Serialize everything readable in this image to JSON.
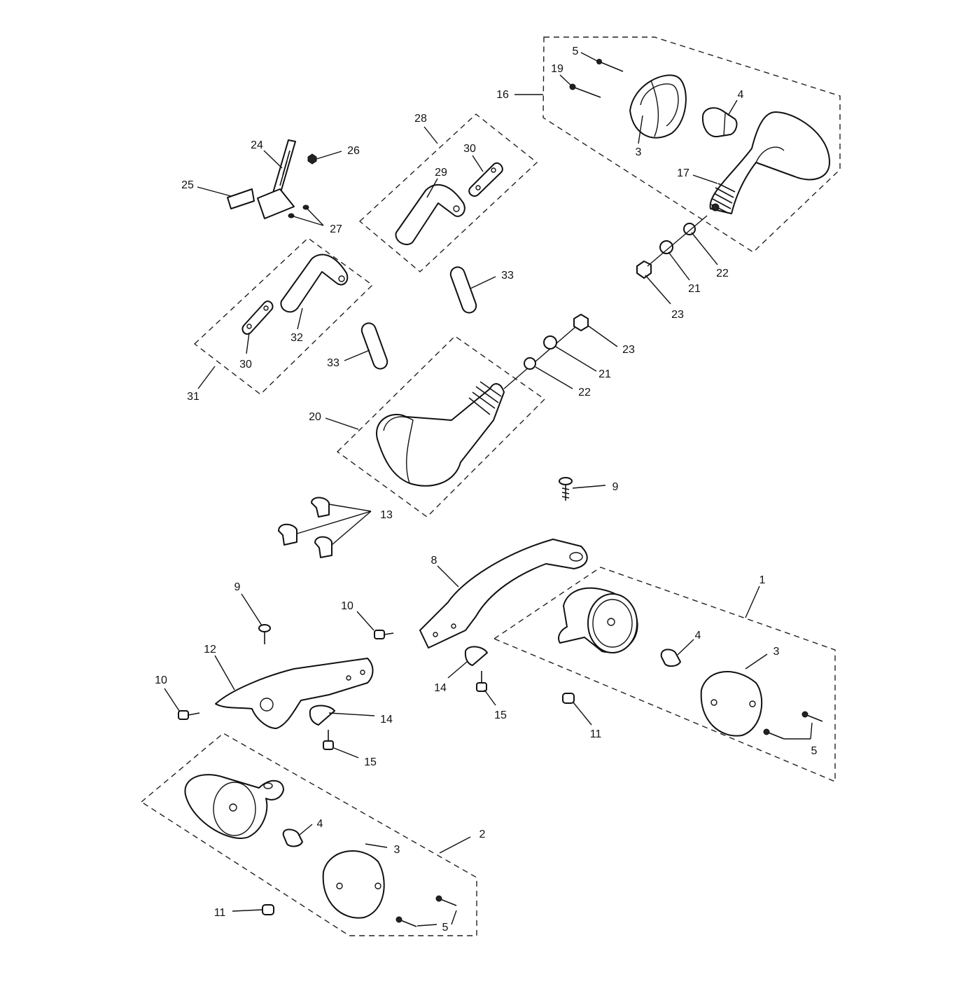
{
  "callouts": [
    {
      "id": "c16",
      "text": "16"
    },
    {
      "id": "c5a",
      "text": "5"
    },
    {
      "id": "c19",
      "text": "19"
    },
    {
      "id": "c4a",
      "text": "4"
    },
    {
      "id": "c3a",
      "text": "3"
    },
    {
      "id": "c17",
      "text": "17"
    },
    {
      "id": "c22a",
      "text": "22"
    },
    {
      "id": "c21a",
      "text": "21"
    },
    {
      "id": "c23a",
      "text": "23"
    },
    {
      "id": "c28",
      "text": "28"
    },
    {
      "id": "c30a",
      "text": "30"
    },
    {
      "id": "c29",
      "text": "29"
    },
    {
      "id": "c24",
      "text": "24"
    },
    {
      "id": "c26",
      "text": "26"
    },
    {
      "id": "c25",
      "text": "25"
    },
    {
      "id": "c27",
      "text": "27"
    },
    {
      "id": "c33a",
      "text": "33"
    },
    {
      "id": "c32",
      "text": "32"
    },
    {
      "id": "c30b",
      "text": "30"
    },
    {
      "id": "c33b",
      "text": "33"
    },
    {
      "id": "c31",
      "text": "31"
    },
    {
      "id": "c23b",
      "text": "23"
    },
    {
      "id": "c21b",
      "text": "21"
    },
    {
      "id": "c22b",
      "text": "22"
    },
    {
      "id": "c20",
      "text": "20"
    },
    {
      "id": "c9a",
      "text": "9"
    },
    {
      "id": "c13",
      "text": "13"
    },
    {
      "id": "c8",
      "text": "8"
    },
    {
      "id": "c1",
      "text": "1"
    },
    {
      "id": "c9b",
      "text": "9"
    },
    {
      "id": "c10a",
      "text": "10"
    },
    {
      "id": "c12",
      "text": "12"
    },
    {
      "id": "c4b",
      "text": "4"
    },
    {
      "id": "c3b",
      "text": "3"
    },
    {
      "id": "c10b",
      "text": "10"
    },
    {
      "id": "c14a",
      "text": "14"
    },
    {
      "id": "c15a",
      "text": "15"
    },
    {
      "id": "c14b",
      "text": "14"
    },
    {
      "id": "c11a",
      "text": "11"
    },
    {
      "id": "c5b",
      "text": "5"
    },
    {
      "id": "c15b",
      "text": "15"
    },
    {
      "id": "c2",
      "text": "2"
    },
    {
      "id": "c4c",
      "text": "4"
    },
    {
      "id": "c3c",
      "text": "3"
    },
    {
      "id": "c11b",
      "text": "11"
    },
    {
      "id": "c5c",
      "text": "5"
    }
  ]
}
